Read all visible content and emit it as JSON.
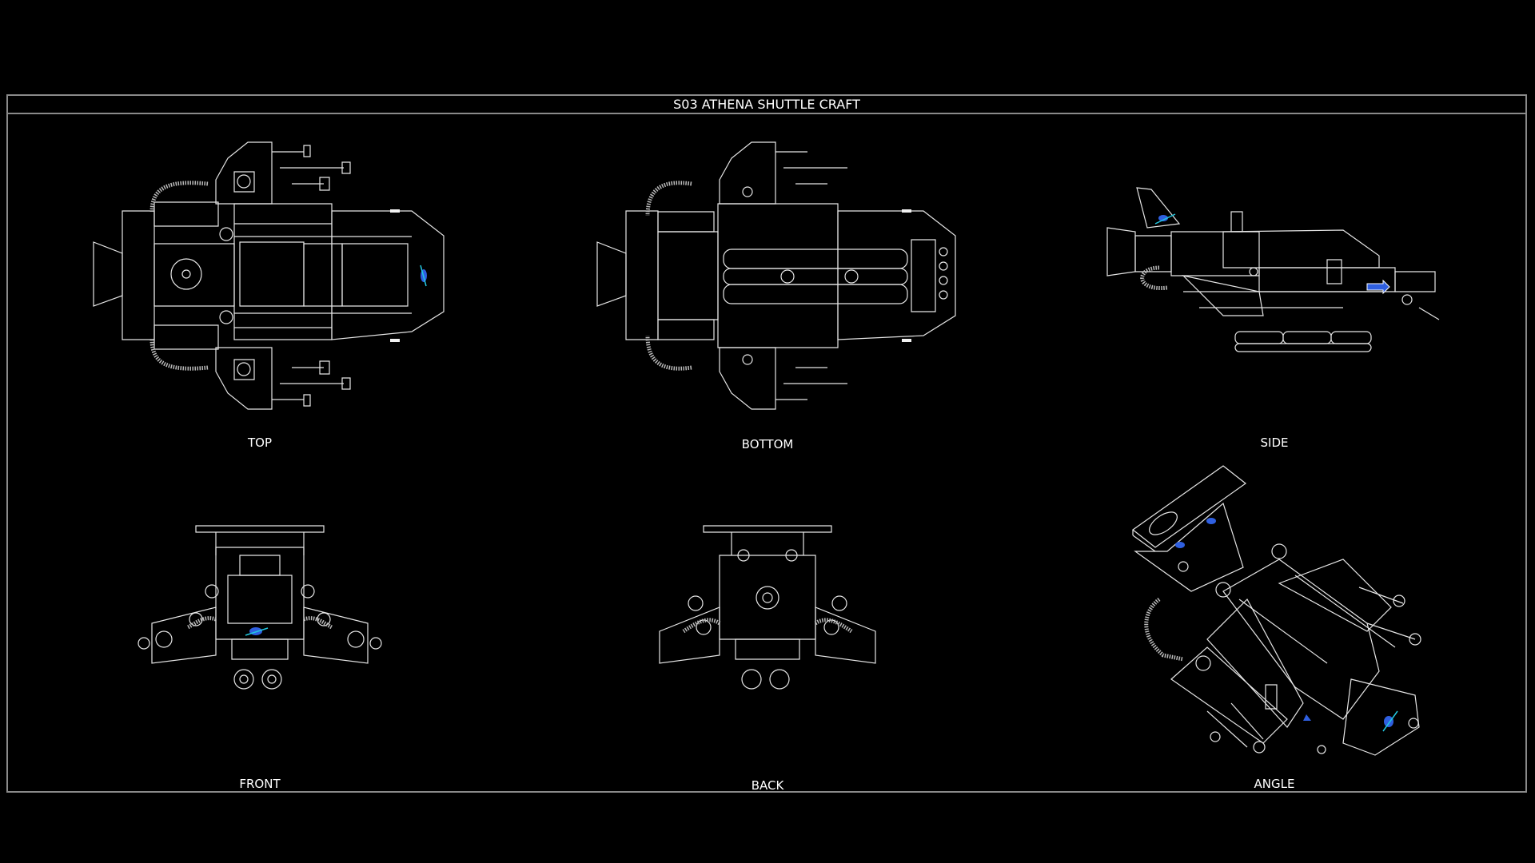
{
  "title": "S03 ATHENA SHUTTLE CRAFT",
  "views": [
    {
      "label": "TOP"
    },
    {
      "label": "BOTTOM"
    },
    {
      "label": "SIDE"
    },
    {
      "label": "FRONT"
    },
    {
      "label": "BACK"
    },
    {
      "label": "ANGLE"
    }
  ],
  "colors": {
    "background": "#000000",
    "frame": "#8a8a8a",
    "lines": "#e6e6e6",
    "logo_blue": "#2f5fe0",
    "logo_cyan": "#22c8e0"
  }
}
